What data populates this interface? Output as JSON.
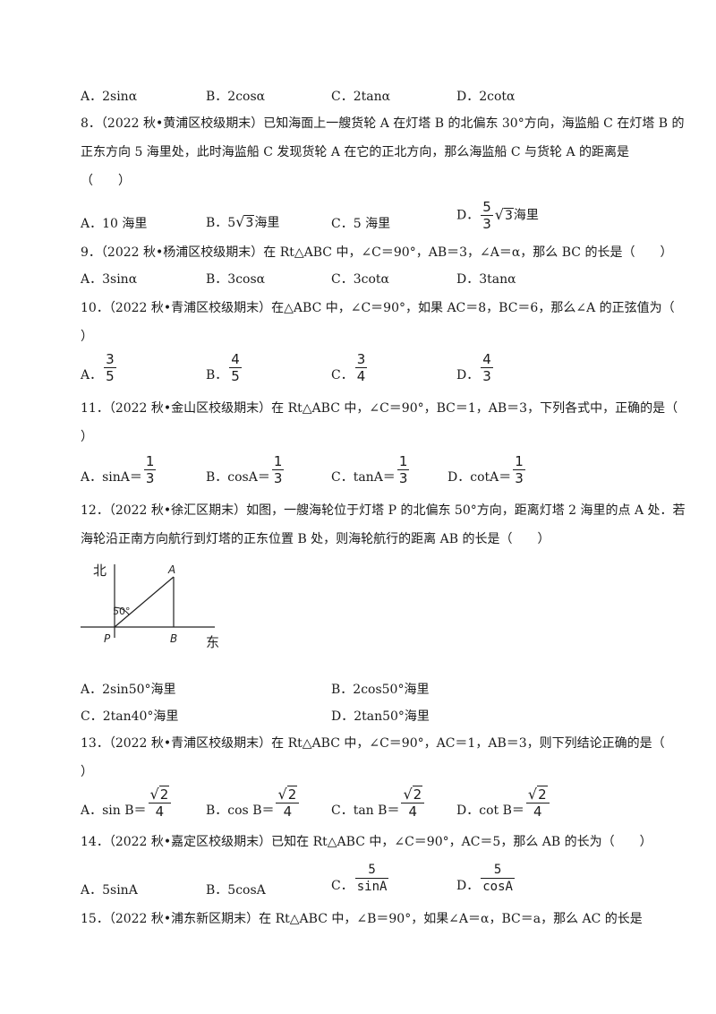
{
  "q7": {
    "a": "A．2sinα",
    "b": "B．2cosα",
    "c": "C．2tanα",
    "d": "D．2cotα"
  },
  "q8": {
    "line1": "8．（2022 秋•黄浦区校级期末）已知海面上一艘货轮 A 在灯塔 B 的北偏东 30°方向，海监船 C 在灯塔 B 的",
    "line2": "正东方向 5 海里处，此时海监船 C 发现货轮 A 在它的正北方向，那么海监船 C 与货轮 A 的距离是",
    "line3": "（　　）",
    "a": "A．10 海里",
    "b_pre": "B．5",
    "b_rad": "3",
    "b_post": "海里",
    "c": "C．5 海里",
    "d_pre": "D．",
    "d_num": "5",
    "d_den": "3",
    "d_rad": "3",
    "d_post": "海里"
  },
  "q9": {
    "line1": "9．（2022 秋•杨浦区校级期末）在 Rt△ABC 中，∠C＝90°，AB＝3，∠A＝α，那么 BC 的长是（　　）",
    "a": "A．3sinα",
    "b": "B．3cosα",
    "c": "C．3cotα",
    "d": "D．3tanα"
  },
  "q10": {
    "line1": "10．（2022 秋•青浦区校级期末）在△ABC 中，∠C＝90°，如果 AC＝8，BC＝6，那么∠A 的正弦值为（",
    "line2": "）",
    "a_label": "A．",
    "a_num": "3",
    "a_den": "5",
    "b_label": "B．",
    "b_num": "4",
    "b_den": "5",
    "c_label": "C．",
    "c_num": "3",
    "c_den": "4",
    "d_label": "D．",
    "d_num": "4",
    "d_den": "3"
  },
  "q11": {
    "line1": "11．（2022 秋•金山区校级期末）在 Rt△ABC 中，∠C＝90°，BC＝1，AB＝3，下列各式中，正确的是（",
    "line2": "）",
    "a_label": "A．sinA＝",
    "b_label": "B．cosA＝",
    "c_label": "C．tanA＝",
    "d_label": "D．cotA＝",
    "num": "1",
    "den": "3"
  },
  "q12": {
    "line1": "12．（2022 秋•徐汇区期末）如图，一艘海轮位于灯塔 P 的北偏东 50°方向，距离灯塔 2 海里的点 A 处．若",
    "line2": "海轮沿正南方向航行到灯塔的正东位置 B 处，则海轮航行的距离 AB 的长是（　　）",
    "fig_north": "北",
    "fig_east": "东",
    "fig_a": "A",
    "fig_b": "B",
    "fig_p": "P",
    "fig_angle": "50°",
    "a": "A．2sin50°海里",
    "b": "B．2cos50°海里",
    "c": "C．2tan40°海里",
    "d": "D．2tan50°海里"
  },
  "q13": {
    "line1": "13．（2022 秋•青浦区校级期末）在 Rt△ABC 中，∠C＝90°，AC＝1，AB＝3，则下列结论正确的是（",
    "line2": "）",
    "a_label": "A．sin B＝",
    "b_label": "B．cos B＝",
    "c_label": "C．tan B＝",
    "d_label": "D．cot B＝",
    "rad": "2",
    "den": "4"
  },
  "q14": {
    "line1": "14．（2022 秋•嘉定区校级期末）已知在 Rt△ABC 中，∠C＝90°，AC＝5，那么 AB 的长为（　　）",
    "a": "A．5sinA",
    "b": "B．5cosA",
    "c_label": "C．",
    "c_num": "5",
    "c_den": "sinA",
    "d_label": "D．",
    "d_num": "5",
    "d_den": "cosA"
  },
  "q15": {
    "line1": "15．（2022 秋•浦东新区期末）在 Rt△ABC 中，∠B＝90°，如果∠A＝α，BC＝a，那么 AC 的长是"
  }
}
